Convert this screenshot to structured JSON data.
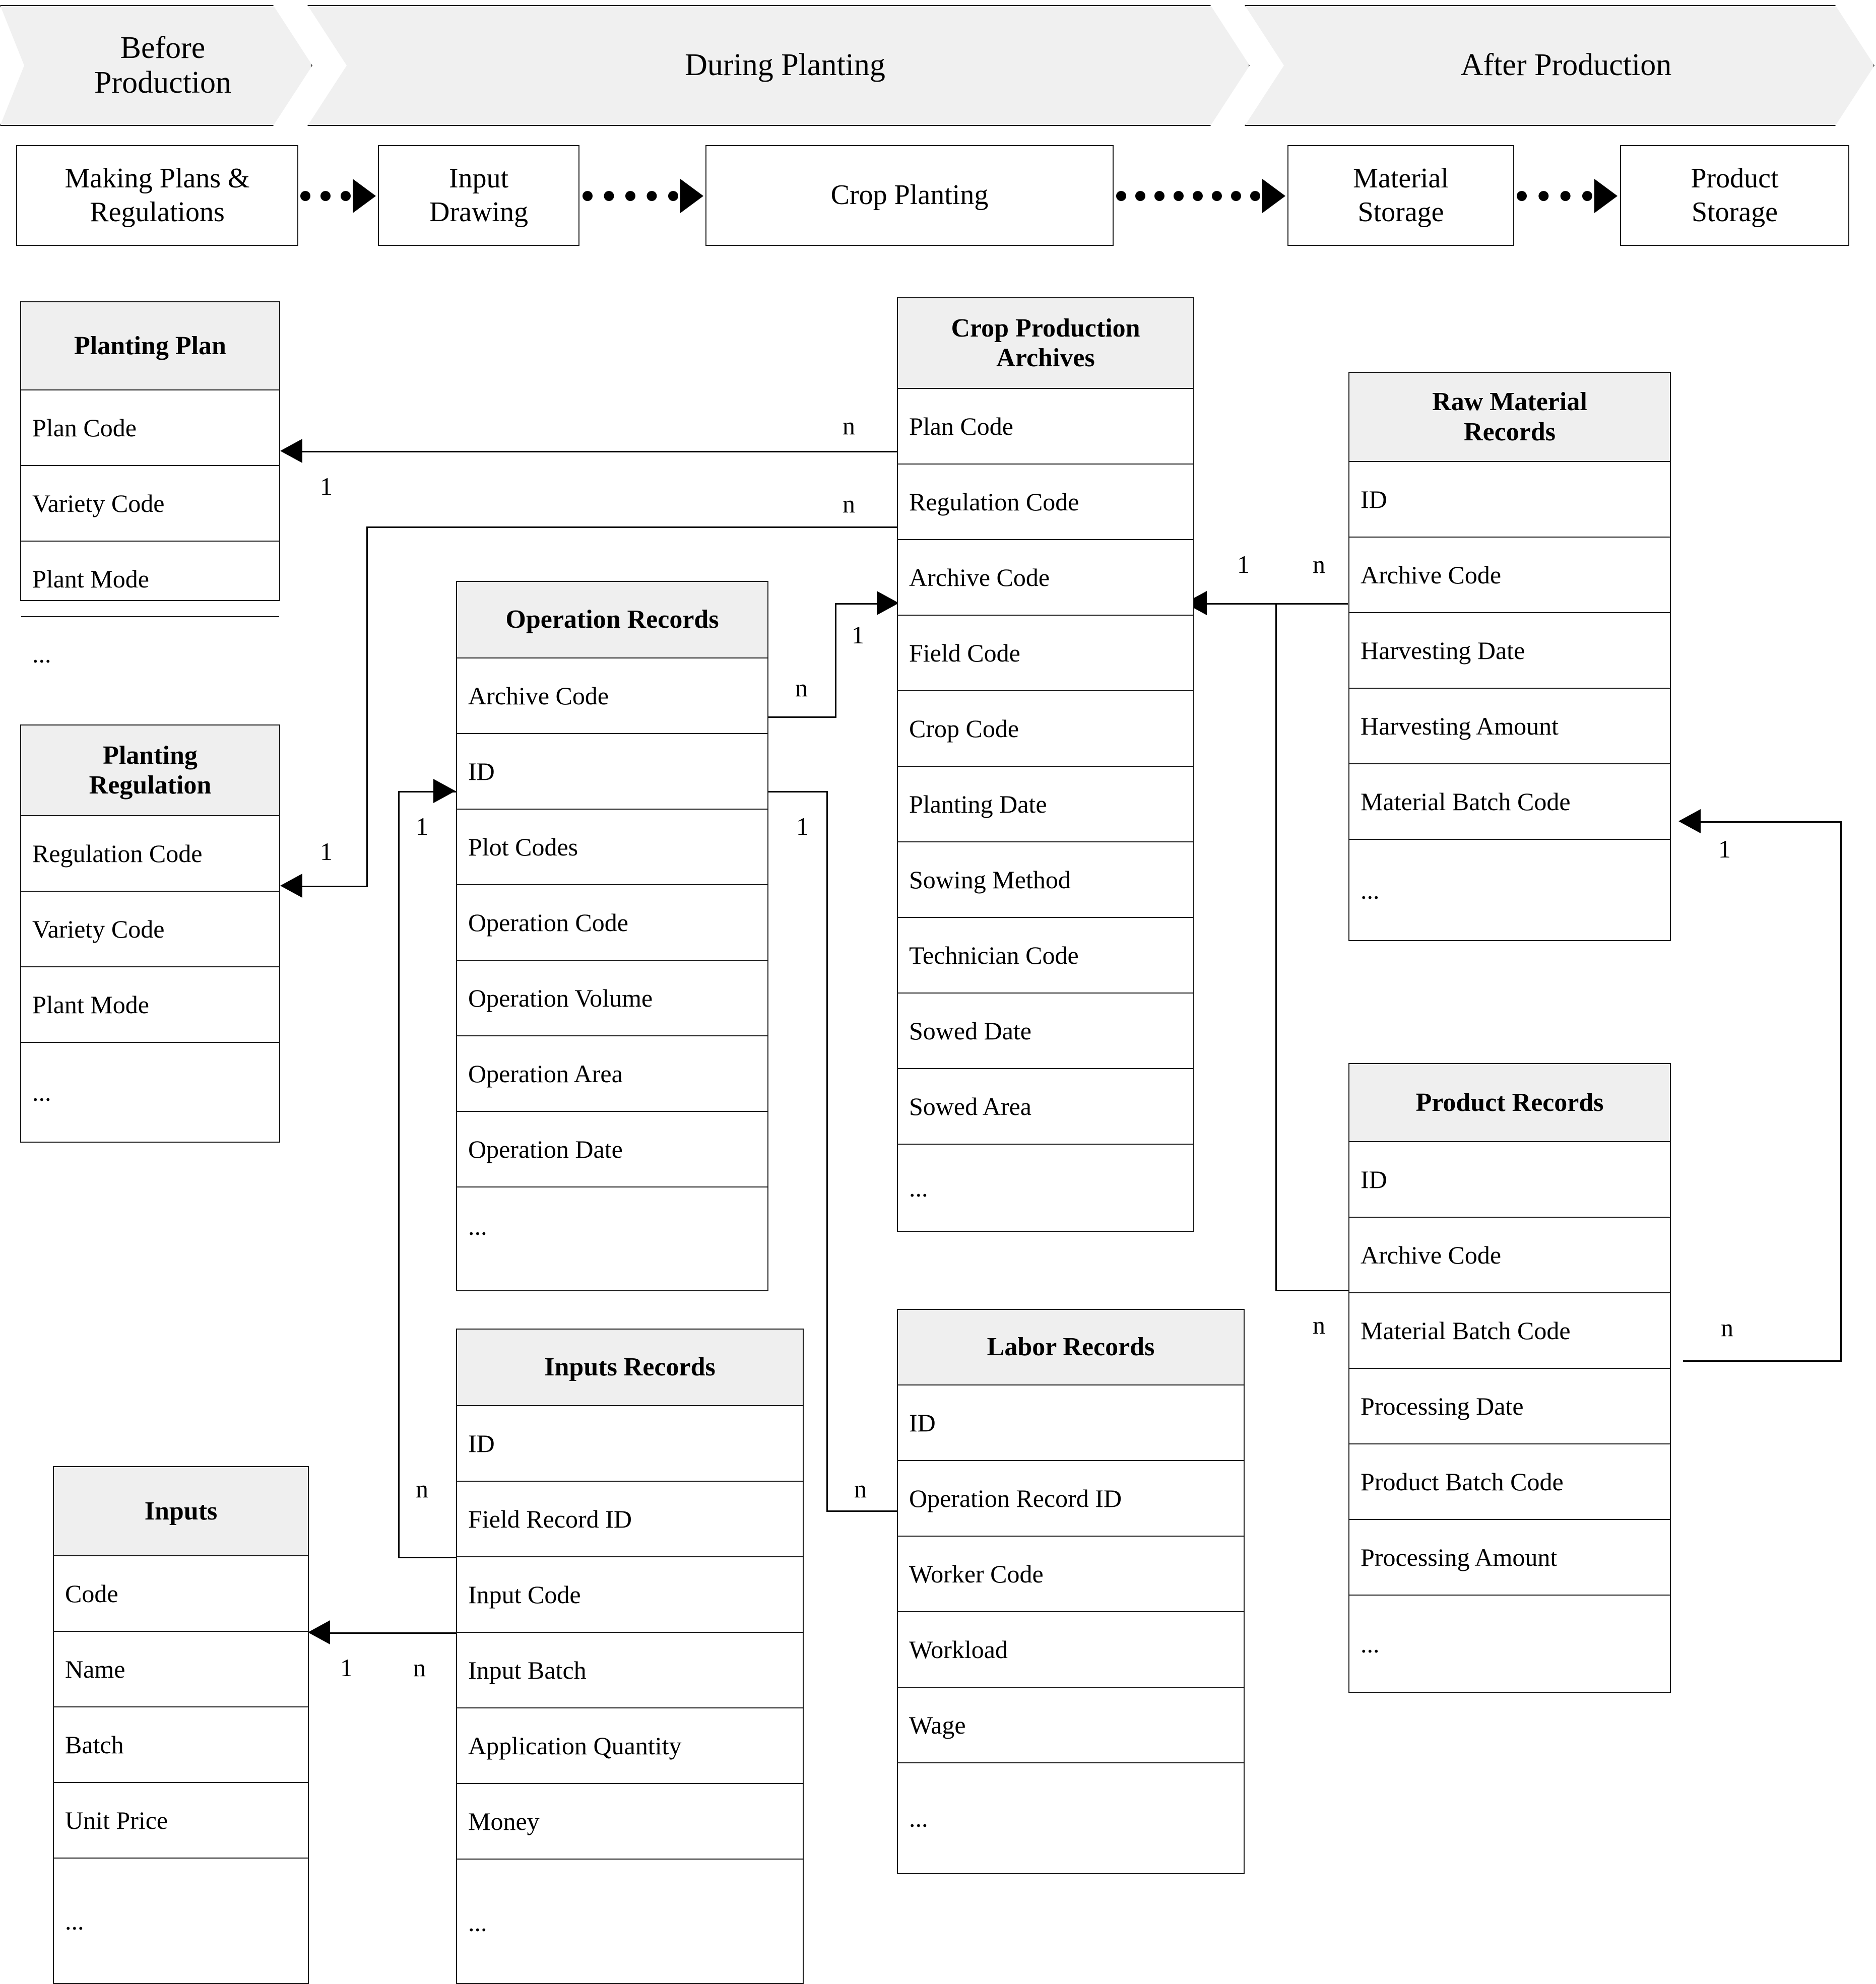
{
  "phases": [
    {
      "label": "Before\nProduction",
      "line1": "Before",
      "line2": "Production"
    },
    {
      "label": "During Planting",
      "line1": "During Planting",
      "line2": ""
    },
    {
      "label": "After Production",
      "line1": "After Production",
      "line2": ""
    }
  ],
  "process_steps": [
    {
      "line1": "Making Plans &",
      "line2": "Regulations"
    },
    {
      "line1": "Input",
      "line2": "Drawing"
    },
    {
      "line1": "Crop Planting",
      "line2": ""
    },
    {
      "line1": "Material",
      "line2": "Storage"
    },
    {
      "line1": "Product",
      "line2": "Storage"
    }
  ],
  "entities": {
    "planting_plan": {
      "title": "Planting Plan",
      "fields": [
        "Plan Code",
        "Variety Code",
        "Plant Mode",
        "..."
      ]
    },
    "planting_regulation": {
      "title": "Planting\nRegulation",
      "title_line1": "Planting",
      "title_line2": "Regulation",
      "fields": [
        "Regulation Code",
        "Variety Code",
        "Plant Mode",
        "..."
      ]
    },
    "operation_records": {
      "title": "Operation Records",
      "fields": [
        "Archive Code",
        "ID",
        "Plot Codes",
        "Operation Code",
        "Operation Volume",
        "Operation Area",
        "Operation Date",
        "..."
      ]
    },
    "crop_production_archives": {
      "title": "Crop Production\nArchives",
      "title_line1": "Crop Production",
      "title_line2": "Archives",
      "fields": [
        "Plan Code",
        "Regulation Code",
        "Archive Code",
        "Field Code",
        "Crop Code",
        "Planting Date",
        "Sowing Method",
        "Technician Code",
        "Sowed Date",
        "Sowed Area",
        "..."
      ]
    },
    "raw_material_records": {
      "title": "Raw Material\nRecords",
      "title_line1": "Raw Material",
      "title_line2": "Records",
      "fields": [
        "ID",
        "Archive Code",
        "Harvesting Date",
        "Harvesting Amount",
        "Material Batch Code",
        "..."
      ]
    },
    "product_records": {
      "title": "Product Records",
      "fields": [
        "ID",
        "Archive Code",
        "Material Batch Code",
        "Processing Date",
        "Product Batch Code",
        "Processing Amount",
        "..."
      ]
    },
    "labor_records": {
      "title": "Labor Records",
      "fields": [
        "ID",
        "Operation Record ID",
        "Worker Code",
        "Workload",
        "Wage",
        "..."
      ]
    },
    "inputs_records": {
      "title": "Inputs Records",
      "fields": [
        "ID",
        "Field Record ID",
        "Input Code",
        "Input Batch",
        "Application Quantity",
        "Money",
        "..."
      ]
    },
    "inputs": {
      "title": "Inputs",
      "fields": [
        "Code",
        "Name",
        "Batch",
        "Unit Price",
        "..."
      ]
    }
  },
  "cardinalities": {
    "plan_one": "1",
    "plan_many": "n",
    "regulation_one": "1",
    "regulation_many": "n",
    "archive_one": "1",
    "archive_many": "n",
    "oprec_one": "1",
    "oprec_many": "n",
    "rawmat_one": "1",
    "rawmat_many": "n",
    "prodrec_many": "n",
    "labor_many": "n",
    "inputsrec_many": "n",
    "inputs_one": "1",
    "inputs_many": "n",
    "batch_one": "1",
    "batch_many": "n"
  },
  "colors": {
    "header_fill": "#efefef",
    "phase_fill": "#f0f0f0",
    "stroke": "#1a1a1a",
    "background": "#ffffff"
  }
}
